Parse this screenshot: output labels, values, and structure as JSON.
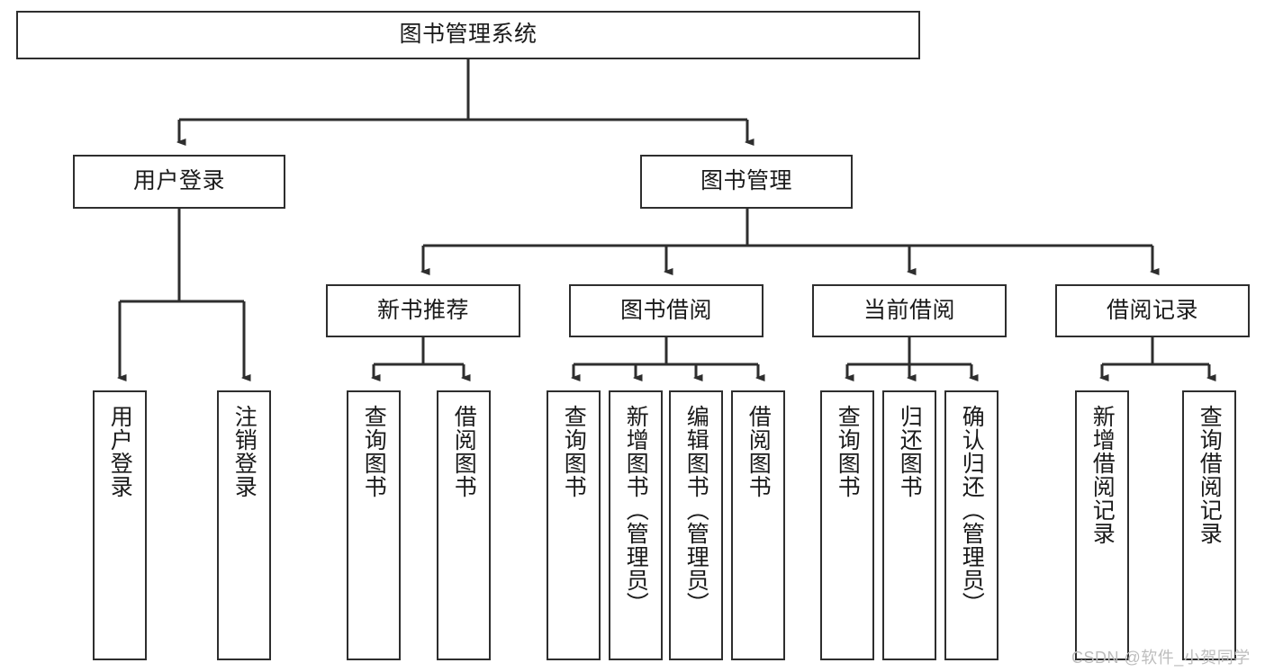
{
  "diagram": {
    "title": "图书管理系统",
    "type": "tree-hierarchy",
    "watermark": "CSDN @软件_小贺同学",
    "root": {
      "label": "图书管理系统"
    },
    "level2": [
      {
        "label": "用户登录"
      },
      {
        "label": "图书管理"
      }
    ],
    "level3": [
      {
        "label": "新书推荐"
      },
      {
        "label": "图书借阅"
      },
      {
        "label": "当前借阅"
      },
      {
        "label": "借阅记录"
      }
    ],
    "leaves": {
      "user_login": [
        {
          "label": "用户登录"
        },
        {
          "label": "注销登录"
        }
      ],
      "new_book_recommend": [
        {
          "label": "查询图书"
        },
        {
          "label": "借阅图书"
        }
      ],
      "book_borrow": [
        {
          "label": "查询图书"
        },
        {
          "label": "新增图书（管理员）"
        },
        {
          "label": "编辑图书（管理员）"
        },
        {
          "label": "借阅图书"
        }
      ],
      "current_borrow": [
        {
          "label": "查询图书"
        },
        {
          "label": "归还图书"
        },
        {
          "label": "确认归还（管理员）"
        }
      ],
      "borrow_records": [
        {
          "label": "新增借阅记录"
        },
        {
          "label": "查询借阅记录"
        }
      ]
    },
    "colors": {
      "stroke": "#2e2e2e",
      "fill": "#ffffff",
      "text": "#1a1a1a",
      "watermark": "#bdbdbd"
    }
  }
}
